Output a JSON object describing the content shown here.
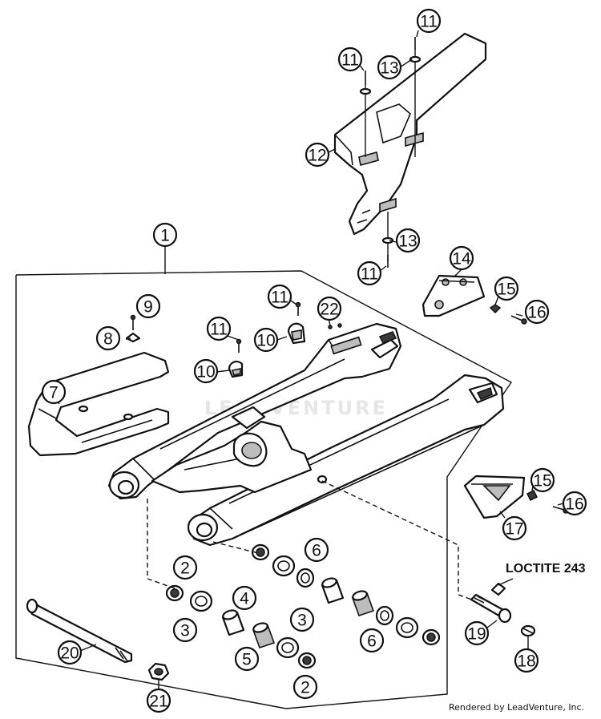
{
  "callouts": {
    "c1": "1",
    "c2a": "2",
    "c2b": "2",
    "c3a": "3",
    "c3b": "3",
    "c4": "4",
    "c5": "5",
    "c6a": "6",
    "c6b": "6",
    "c7": "7",
    "c8": "8",
    "c9": "9",
    "c10a": "10",
    "c10b": "10",
    "c11a": "11",
    "c11b": "11",
    "c11c": "11",
    "c11d": "11",
    "c11e": "11",
    "c12": "12",
    "c13a": "13",
    "c13b": "13",
    "c14": "14",
    "c15a": "15",
    "c15b": "15",
    "c16a": "16",
    "c16b": "16",
    "c17": "17",
    "c18": "18",
    "c19": "19",
    "c20": "20",
    "c21": "21",
    "c22": "22"
  },
  "note": "LOCTITE 243",
  "credit": "Rendered by LeadVenture, Inc.",
  "watermark": "LEADVENTURE"
}
